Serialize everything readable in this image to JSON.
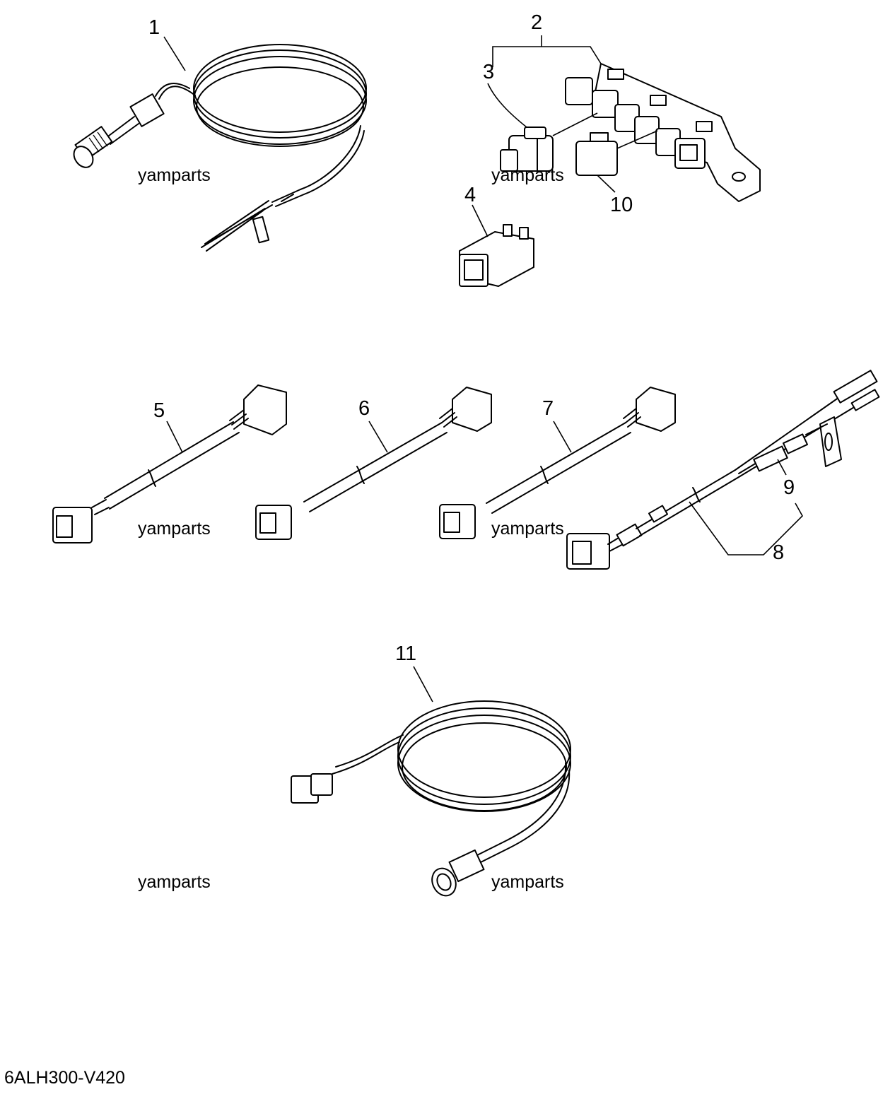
{
  "callouts": [
    "1",
    "2",
    "3",
    "4",
    "5",
    "6",
    "7",
    "8",
    "9",
    "10",
    "11"
  ],
  "watermark": "yamparts",
  "drawing_code": "6ALH300-V420"
}
